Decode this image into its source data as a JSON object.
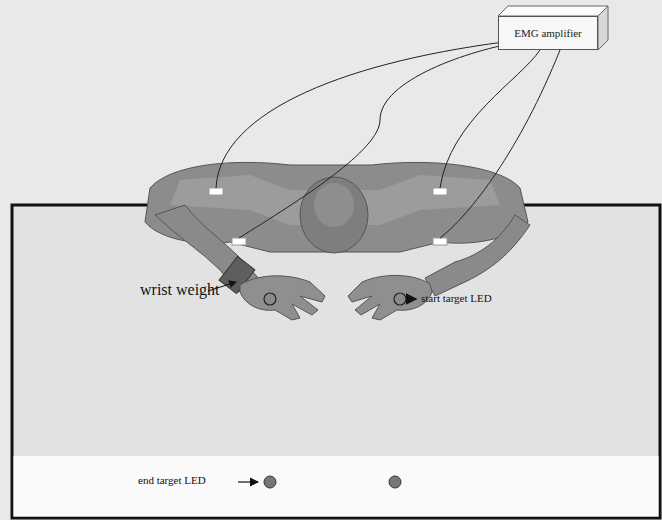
{
  "diagram": {
    "nodes": [
      {
        "text": [
          "EMG amplifier"
        ]
      }
    ],
    "labels": [
      "wrist weight",
      "start target LED",
      "end target LED"
    ]
  }
}
